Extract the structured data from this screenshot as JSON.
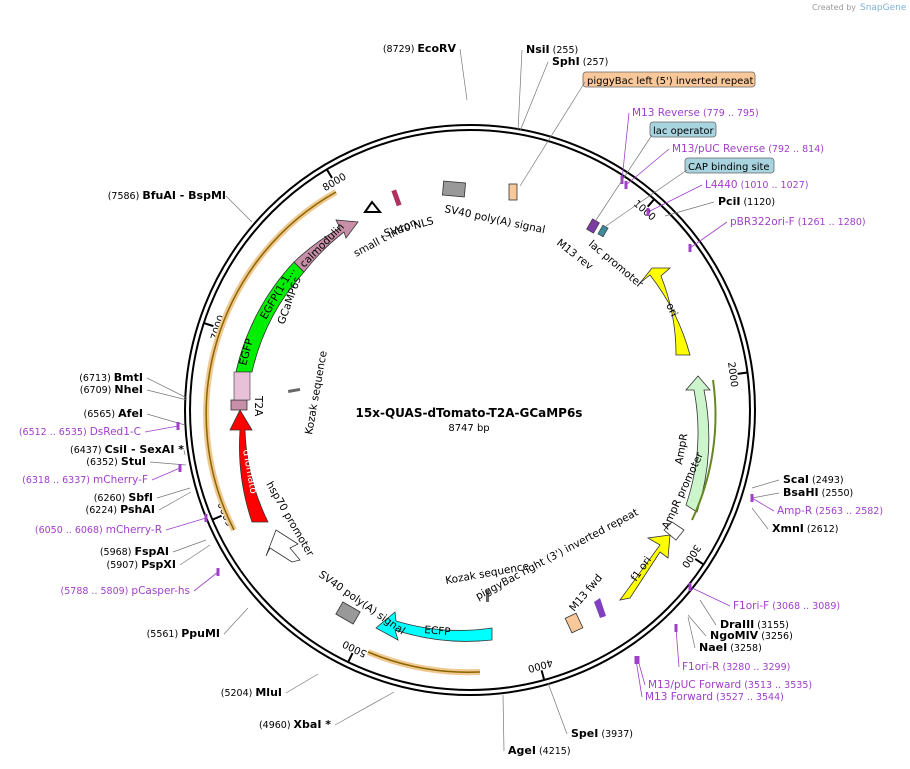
{
  "header": {
    "credit_prefix": "Created by",
    "credit_brand": "SnapGene"
  },
  "plasmid": {
    "name": "15x-QUAS-dTomato-T2A-GCaMP6s",
    "length_label": "8747 bp",
    "length": 8747
  },
  "ruler": [
    {
      "label": "1000",
      "pos": 1000
    },
    {
      "label": "2000",
      "pos": 2000
    },
    {
      "label": "3000",
      "pos": 3000
    },
    {
      "label": "4000",
      "pos": 4000
    },
    {
      "label": "5000",
      "pos": 5000
    },
    {
      "label": "6000",
      "pos": 6000
    },
    {
      "label": "7000",
      "pos": 7000
    },
    {
      "label": "8000",
      "pos": 8000
    }
  ],
  "sites": [
    {
      "name": "EcoRV",
      "pos_label": "(8729)"
    },
    {
      "name": "NsiI",
      "pos_label": "(255)"
    },
    {
      "name": "SphI",
      "pos_label": "(257)"
    },
    {
      "name": "PciI",
      "pos_label": "(1120)"
    },
    {
      "name": "ScaI",
      "pos_label": "(2493)"
    },
    {
      "name": "BsaHI",
      "pos_label": "(2550)"
    },
    {
      "name": "XmnI",
      "pos_label": "(2612)"
    },
    {
      "name": "DraIII",
      "pos_label": "(3155)"
    },
    {
      "name": "NgoMIV",
      "pos_label": "(3256)"
    },
    {
      "name": "NaeI",
      "pos_label": "(3258)"
    },
    {
      "name": "SpeI",
      "pos_label": "(3937)"
    },
    {
      "name": "AgeI",
      "pos_label": "(4215)"
    },
    {
      "name": "XbaI *",
      "pos_label": "(4960)"
    },
    {
      "name": "MluI",
      "pos_label": "(5204)"
    },
    {
      "name": "PpuMI",
      "pos_label": "(5561)"
    },
    {
      "name": "PspXI",
      "pos_label": "(5907)"
    },
    {
      "name": "FspAI",
      "pos_label": "(5968)"
    },
    {
      "name": "PshAI",
      "pos_label": "(6224)"
    },
    {
      "name": "SbfI",
      "pos_label": "(6260)"
    },
    {
      "name": "StuI",
      "pos_label": "(6352)"
    },
    {
      "name": "CsiI",
      "extra": "- SexAI *",
      "pos_label": "(6437)"
    },
    {
      "name": "AfeI",
      "pos_label": "(6565)"
    },
    {
      "name": "NheI",
      "pos_label": "(6709)"
    },
    {
      "name": "BmtI",
      "pos_label": "(6713)"
    },
    {
      "name": "BfuAI",
      "extra": "- BspMI",
      "pos_label": "(7586)"
    }
  ],
  "primers": [
    {
      "name": "M13 Reverse",
      "range": "(779 .. 795)"
    },
    {
      "name": "M13/pUC Reverse",
      "range": "(792 .. 814)"
    },
    {
      "name": "L4440",
      "range": "(1010 .. 1027)"
    },
    {
      "name": "pBR322ori-F",
      "range": "(1261 .. 1280)"
    },
    {
      "name": "Amp-R",
      "range": "(2563 .. 2582)"
    },
    {
      "name": "F1ori-F",
      "range": "(3068 .. 3089)"
    },
    {
      "name": "F1ori-R",
      "range": "(3280 .. 3299)"
    },
    {
      "name": "M13/pUC Forward",
      "range": "(3513 .. 3535)"
    },
    {
      "name": "M13 Forward",
      "range": "(3527 .. 3544)"
    },
    {
      "name": "pCasper-hs",
      "range": "(5788 .. 5809)"
    },
    {
      "name": "mCherry-R",
      "range": "(6050 .. 6068)"
    },
    {
      "name": "mCherry-F",
      "range": "(6318 .. 6337)"
    },
    {
      "name": "DsRed1-C",
      "range": "(6512 .. 6535)"
    }
  ],
  "boxed_labels": [
    {
      "text": "piggyBac left (5') inverted repeat",
      "color": "#f8c89a"
    },
    {
      "text": "lac operator",
      "color": "#a8d4e0"
    },
    {
      "text": "CAP binding site",
      "color": "#a8d4e0"
    }
  ],
  "features": [
    {
      "text": "SV40 poly(A) signal"
    },
    {
      "text": "lac promoter"
    },
    {
      "text": "M13 rev"
    },
    {
      "text": "ori"
    },
    {
      "text": "AmpR"
    },
    {
      "text": "AmpR promoter"
    },
    {
      "text": "f1 ori"
    },
    {
      "text": "M13 fwd"
    },
    {
      "text": "piggyBac right (3') inverted repeat"
    },
    {
      "text": "Kozak sequence"
    },
    {
      "text": "ECFP"
    },
    {
      "text": "SV40 poly(A) signal"
    },
    {
      "text": "hsp70 promoter"
    },
    {
      "text": "dTomato"
    },
    {
      "text": "T2A"
    },
    {
      "text": "Kozak sequence"
    },
    {
      "text": "GCaMP6s"
    },
    {
      "text": "EGFP"
    },
    {
      "text": "EGFP(1-1..."
    },
    {
      "text": "calmodulin"
    },
    {
      "text": "small t intron"
    },
    {
      "text": "SV40 NLS"
    }
  ],
  "colors": {
    "backbone": "#000000",
    "ori": "#ffff00",
    "ampr": "#ccf5cc",
    "ecfp": "#00ffff",
    "dtomato": "#ff0000",
    "egfp": "#00ee00",
    "calmodulin": "#c890a8",
    "orange_arc": "#f0c890",
    "primer": "#a040c8"
  }
}
